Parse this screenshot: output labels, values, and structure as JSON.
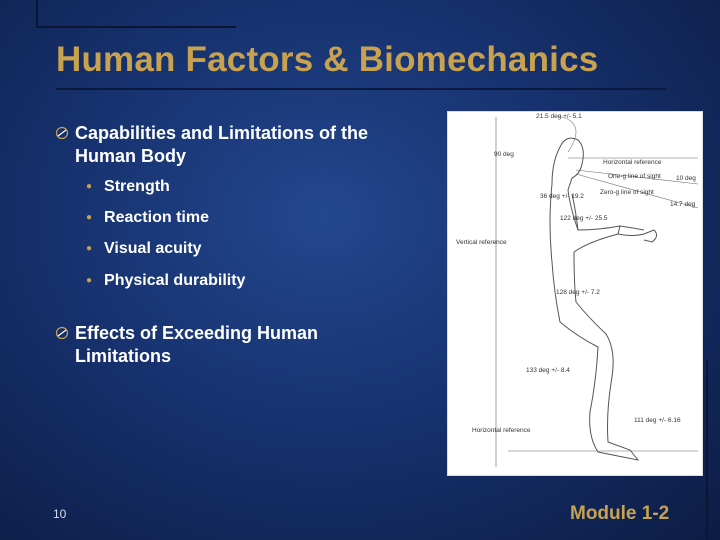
{
  "slide": {
    "title": "Human Factors & Biomechanics",
    "bullets": [
      {
        "text": "Capabilities and Limitations of the Human Body",
        "sub_items": [
          "Strength",
          "Reaction time",
          "Visual acuity",
          "Physical durability"
        ]
      },
      {
        "text": "Effects of Exceeding Human Limitations",
        "sub_items": []
      }
    ],
    "page_number": "10",
    "footer": "Module 1-2",
    "figure_labels": {
      "top_angle": "21.5 deg +/- 5.1",
      "neck_angle": "90 deg",
      "horizontal_reference_top": "Horizontal reference",
      "one_g_line": "One-g line of sight",
      "angle_10": "10 deg",
      "zero_g_line": "Zero-g line of sight",
      "angle_14_7": "14.7 deg",
      "shoulder_angle": "36 deg +/- 19.2",
      "elbow_angle": "122 deg +/- 25.5",
      "vertical_reference": "Vertical reference",
      "hip_angle": "128 deg +/- 7.2",
      "knee_angle": "133 deg +/- 8.4",
      "horizontal_reference_bottom": "Horizontal reference",
      "ankle_angle": "111 deg +/- 6.16"
    },
    "colors": {
      "title": "#c8a24e",
      "accent": "#c8a24e",
      "background": "#17326f"
    }
  }
}
